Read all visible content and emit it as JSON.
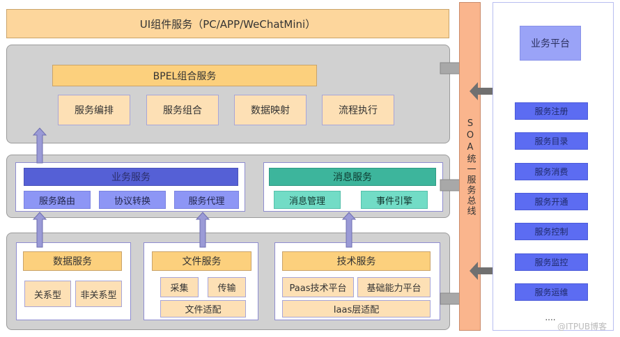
{
  "ui_layer": {
    "title": "UI组件服务（PC/APP/WeChatMini）"
  },
  "bpel_layer": {
    "title": "BPEL组合服务",
    "items": [
      "服务编排",
      "服务组合",
      "数据映射",
      "流程执行"
    ]
  },
  "middle_layer": {
    "business": {
      "title": "业务服务",
      "items": [
        "服务路由",
        "协议转换",
        "服务代理"
      ]
    },
    "message": {
      "title": "消息服务",
      "items": [
        "消息管理",
        "事件引擎"
      ]
    }
  },
  "bottom_layer": {
    "data": {
      "title": "数据服务",
      "items": [
        "关系型",
        "非关系型"
      ]
    },
    "file": {
      "title": "文件服务",
      "items": [
        "采集",
        "传输"
      ],
      "adapter": "文件适配"
    },
    "tech": {
      "title": "技术服务",
      "items": [
        "Paas技术平台",
        "基础能力平台"
      ],
      "adapter": "Iaas层适配"
    }
  },
  "bus": {
    "label": "SOA统一服务总线"
  },
  "platform": {
    "title": "业务平台",
    "items": [
      "服务注册",
      "服务目录",
      "服务消费",
      "服务开通",
      "服务控制",
      "服务监控",
      "服务运维"
    ],
    "more": "....",
    "watermark": "@ITPUB博客"
  },
  "colors": {
    "orange": "#fcd07d",
    "peach": "#fde0b5",
    "bus": "#fab58d",
    "blue": "#5560d6",
    "teal": "#3db59c",
    "side_blue": "#5c6cf2",
    "arrow_up": "#9a9ad6",
    "arrow_gray": "#a8a8a8"
  }
}
